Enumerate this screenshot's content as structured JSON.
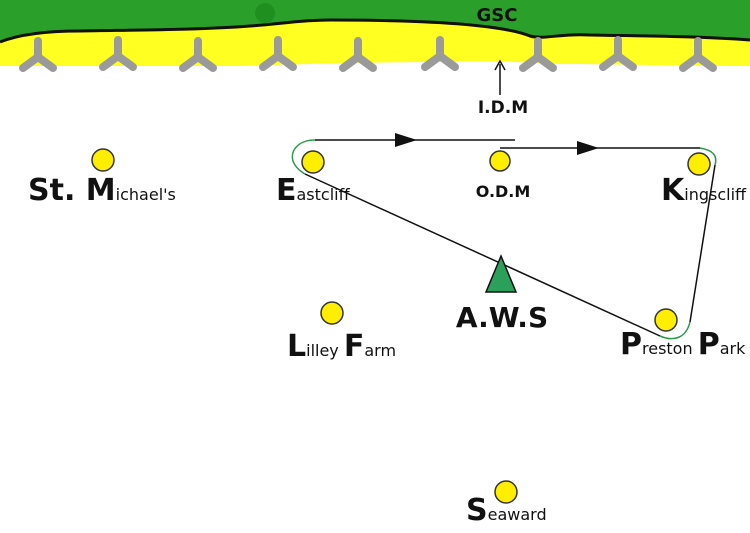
{
  "header": {
    "label": "GSC"
  },
  "arrow_label": "I.D.M",
  "station": {
    "label": "A.W.S"
  },
  "sites": [
    {
      "id": "st-michaels",
      "initial": "St. M",
      "rest": "ichael's"
    },
    {
      "id": "eastcliff",
      "initial": "E",
      "rest": "astcliff"
    },
    {
      "id": "odm",
      "label": "O.D.M"
    },
    {
      "id": "kingscliff",
      "initial": "K",
      "rest": "ingscliff"
    },
    {
      "id": "lilley-farm",
      "initial1": "L",
      "rest1": "illey ",
      "initial2": "F",
      "rest2": "arm"
    },
    {
      "id": "preston-park",
      "initial1": "P",
      "rest1": "reston ",
      "initial2": "P",
      "rest2": "ark"
    },
    {
      "id": "seaward",
      "initial": "S",
      "rest": "eaward"
    }
  ],
  "colors": {
    "land": "#2aa02a",
    "coast": "#111111",
    "beach": "#ffff22",
    "turbine": "#9a9a9a",
    "site_fill": "#ffee00",
    "site_stroke": "#333333",
    "route": "#111111",
    "route_curve": "#2a9a4a",
    "station_fill": "#2aa05a"
  },
  "icons": {
    "turbine": "wind-turbine-icon",
    "site": "circle-marker-icon",
    "station": "triangle-icon"
  }
}
